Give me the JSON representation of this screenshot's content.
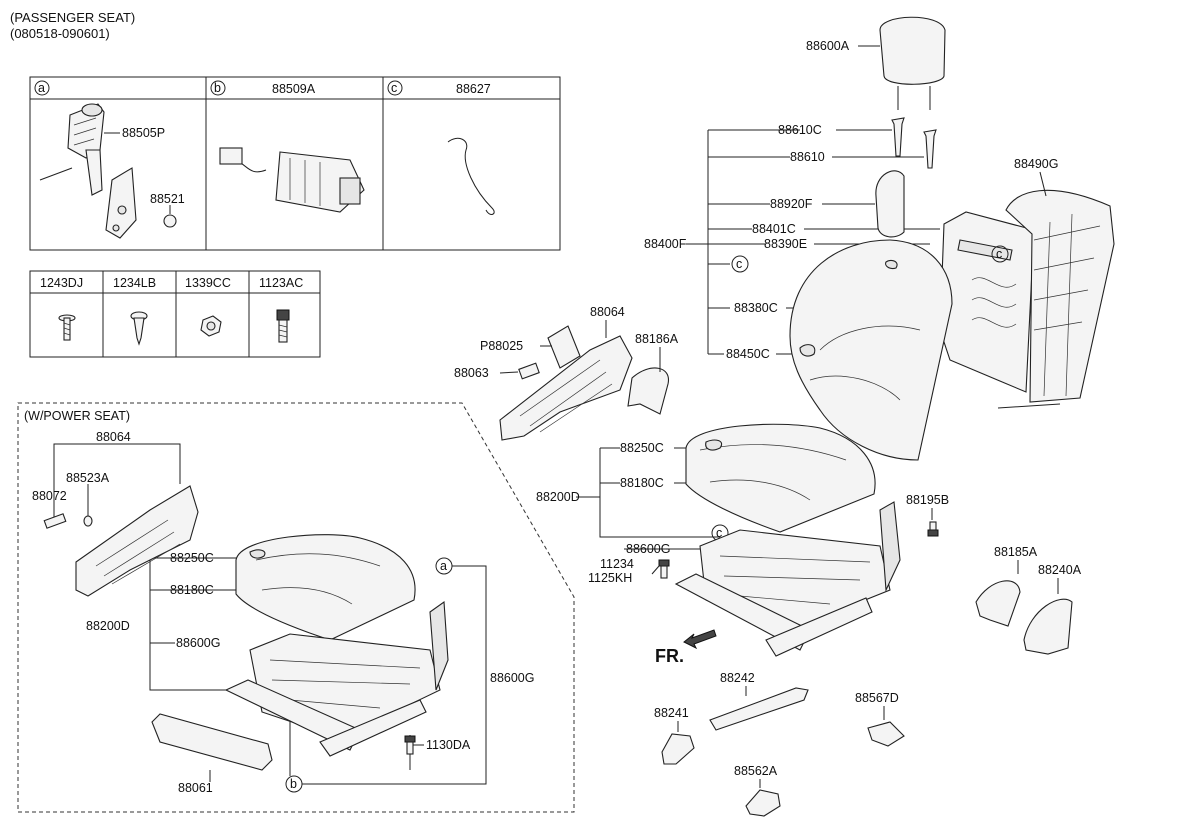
{
  "header": {
    "title": "(PASSENGER SEAT)",
    "date_range": "(080518-090601)"
  },
  "parts_table_top": [
    {
      "key": "a",
      "part": ""
    },
    {
      "key": "b",
      "part": "88509A"
    },
    {
      "key": "c",
      "part": "88627"
    }
  ],
  "parts_table_top_labels": {
    "a1": "88505P",
    "a2": "88521"
  },
  "fastener_table": [
    "1243DJ",
    "1234LB",
    "1339CC",
    "1123AC"
  ],
  "power_seat": {
    "title": "(W/POWER SEAT)",
    "labels": {
      "p88064": "88064",
      "p88523a": "88523A",
      "p88072": "88072",
      "p88250c": "88250C",
      "p88180c": "88180C",
      "p88200d": "88200D",
      "p88600g_left": "88600G",
      "p88600g_right": "88600G",
      "p1130da": "1130DA",
      "p88061": "88061",
      "c_a": "a",
      "c_b": "b",
      "c_c": "c"
    }
  },
  "main_labels": {
    "p88600a": "88600A",
    "p88610c": "88610C",
    "p88610": "88610",
    "p88920f": "88920F",
    "p88401c": "88401C",
    "p88400f": "88400F",
    "p88390e": "88390E",
    "p88490g": "88490G",
    "p88380c": "88380C",
    "p88450c": "88450C",
    "p88064": "88064",
    "p88025": "P88025",
    "p88186a": "88186A",
    "p88063": "88063",
    "p88250c": "88250C",
    "p88180c": "88180C",
    "p88200d": "88200D",
    "p88195b": "88195B",
    "p88600g": "88600G",
    "p11234": "11234",
    "p1125kh": "1125KH",
    "p88185a": "88185A",
    "p88240a": "88240A",
    "fr": "FR.",
    "p88242": "88242",
    "p88241": "88241",
    "p88567d": "88567D",
    "p88562a": "88562A",
    "c_c1": "c",
    "c_c2": "c",
    "c_c3": "c"
  }
}
